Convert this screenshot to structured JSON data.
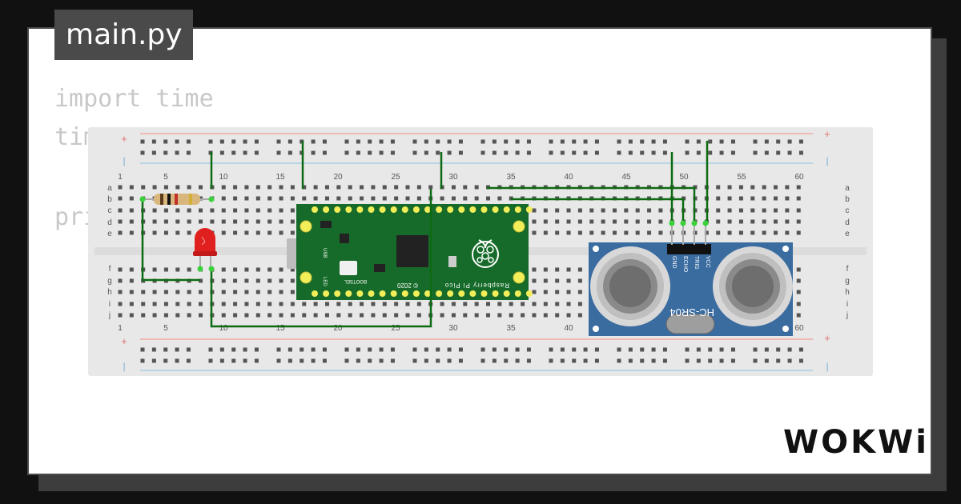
{
  "editor": {
    "file_tab": "main.py",
    "code_lines": [
      "import time",
      "tim",
      "pri"
    ]
  },
  "breadboard": {
    "column_numbers": [
      "1",
      "5",
      "10",
      "15",
      "20",
      "25",
      "30",
      "35",
      "40",
      "45",
      "50",
      "55",
      "60"
    ],
    "row_letters_top": [
      "a",
      "b",
      "c",
      "d",
      "e"
    ],
    "row_letters_bottom": [
      "f",
      "g",
      "h",
      "i",
      "j"
    ],
    "rail_plus": "+",
    "rail_minus": "|"
  },
  "pico": {
    "brand_text": "Raspberry Pi Pico",
    "year_text": "© 2020",
    "bootsel_text": "BOOTSEL",
    "led_text": "LED",
    "usb_text": "USB"
  },
  "sensor": {
    "model": "HC-SR04",
    "pins": [
      "GND",
      "ECHO",
      "TRIG",
      "VCC"
    ]
  },
  "colors": {
    "wire": "#0c6b12",
    "sensor_pcb": "#3a6ca0",
    "pico_pcb": "#176b2a",
    "led": "#e0201e",
    "rail_red": "#f28b82",
    "rail_blue": "#88c4e0"
  },
  "brand": {
    "logo": "WOKWi"
  }
}
